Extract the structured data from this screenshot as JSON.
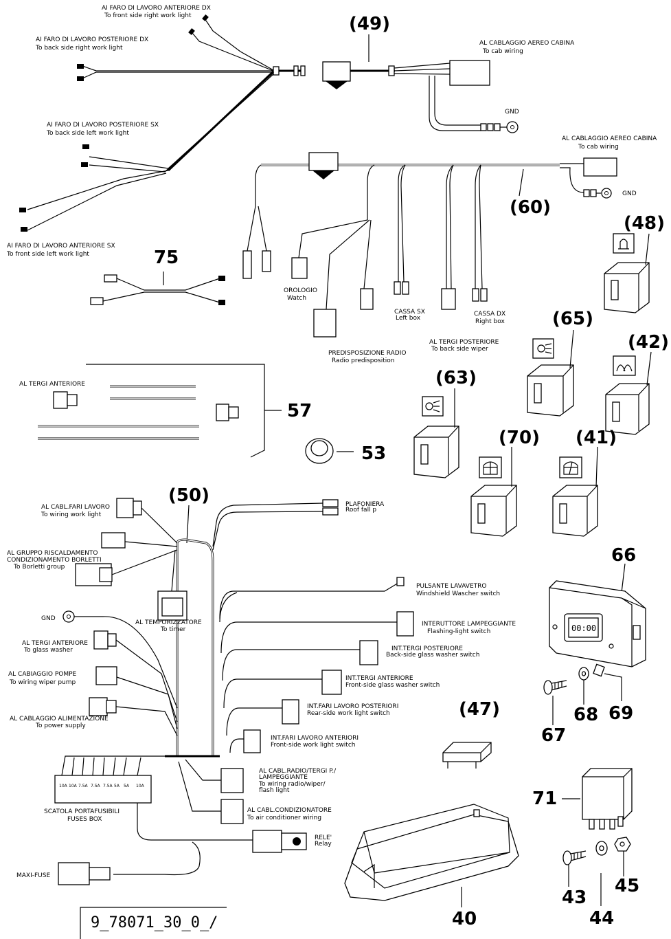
{
  "labels": {
    "front_right_it": "AI FARO DI LAVORO ANTERIORE DX",
    "front_right_en": "To front side right work light",
    "back_right_it": "AI FARO DI LAVORO POSTERIORE DX",
    "back_right_en": "To back side right work light",
    "back_left_it": "AI FARO DI LAVORO POSTERIORE SX",
    "back_left_en": "To back side left work light",
    "front_left_it": "AI FARO DI LAVORO ANTERIORE SX",
    "front_left_en": "To front side left work light",
    "cab1_it": "AL CABLAGGIO AEREO CABINA",
    "cab1_en": "To cab wiring",
    "gnd1": "GND",
    "cab2_it": "AL CABLAGGIO AEREO CABINA",
    "cab2_en": "To cab wiring",
    "gnd2": "GND",
    "watch_it": "OROLOGIO",
    "watch_en": "Watch",
    "leftbox_it": "CASSA SX",
    "leftbox_en": "Left box",
    "rightbox_it": "CASSA DX",
    "rightbox_en": "Right box",
    "backwiper_it": "AL TERGI POSTERIORE",
    "backwiper_en": "To back side wiper",
    "radio_it": "PREDISPOSIZIONE RADIO",
    "radio_en": "Radio predisposition",
    "frontwiper_it": "AL TERGI ANTERIORE",
    "wl_it": "AL CABL.FARI LAVORO",
    "wl_en": "To wiring work light",
    "heat_it1": "AL GRUPPO RISCALDAMENTO",
    "heat_it2": "CONDIZIONAMENTO BORLETTI",
    "heat_en": "To Borletti group",
    "timer_it": "AL TEMPORIZZATORE",
    "timer_en": "To timer",
    "roof_it": "PLAFONIERA",
    "roof_en": "Roof fall p",
    "gnd3": "GND",
    "glass_it": "AL TERGI ANTERIORE",
    "glass_en": "To glass washer",
    "pump_it": "AL CABIAGGIO POMPE",
    "pump_en": "To wiring wiper pump",
    "power_it": "AL CABLAGGIO ALIMENTAZIONE",
    "power_en": "To power supply",
    "ws_it": "PULSANTE LAVAVETRO",
    "ws_en": "Windshield Wascher switch",
    "flash_it": "INTERUTTORE LAMPEGGIANTE",
    "flash_en": "Flashing-light switch",
    "bgw_it": "INT.TERGI POSTERIORE",
    "bgw_en": "Back-side glass washer switch",
    "fgw_it": "INT.TERGI ANTERIORE",
    "fgw_en": "Front-side glass washer switch",
    "bwl_it": "INT.FARI LAVORO POSTERIORI",
    "bwl_en": "Rear-side work light switch",
    "fwl_it": "INT.FARI LAVORO ANTERIORI",
    "fwl_en": "Front-side work light switch",
    "radiow_it1": "AL CABL.RADIO/TERGI P./",
    "radiow_it2": "LAMPEGGIANTE",
    "radiow_en1": "To wiring radio/wiper/",
    "radiow_en2": "flash light",
    "ac_it": "AL CABL.CONDIZIONATORE",
    "ac_en": "To air conditioner wiring",
    "relay_it": "RELE'",
    "relay_en": "Relay",
    "fuse_it": "SCATOLA PORTAFUSIBILI",
    "fuse_en": "FUSES BOX",
    "maxifuse": "MAXI-FUSE",
    "clock": "00:00",
    "fuses": [
      "10A",
      "10A",
      "7.5A",
      "7.5A",
      "7.5A",
      "5A",
      "5A",
      "10A"
    ]
  },
  "numbers": {
    "n49": "(49)",
    "n60": "(60)",
    "n48": "(48)",
    "n65": "(65)",
    "n42": "(42)",
    "n63": "(63)",
    "n70": "(70)",
    "n41": "(41)",
    "n50": "(50)",
    "n47": "(47)",
    "n75": "75",
    "n57": "57",
    "n53": "53",
    "n66": "66",
    "n67": "67",
    "n68": "68",
    "n69": "69",
    "n71": "71",
    "n43": "43",
    "n44": "44",
    "n45": "45",
    "n40": "40"
  },
  "code": "9_78071_30_0_/"
}
